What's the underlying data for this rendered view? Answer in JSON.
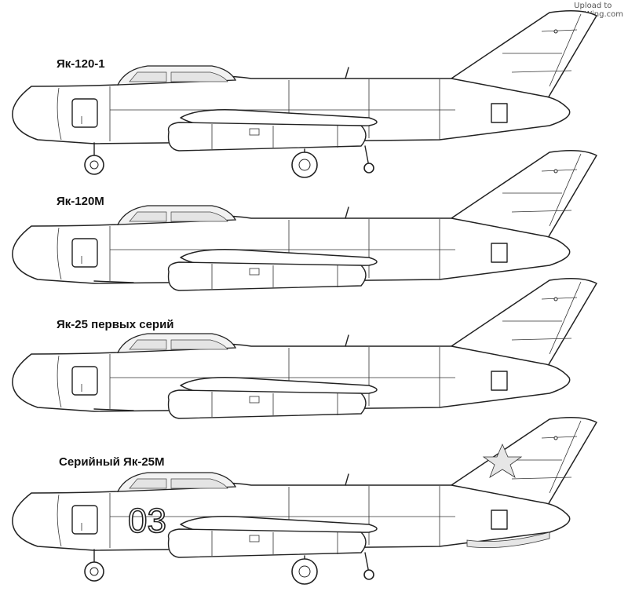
{
  "watermark": {
    "line1": "Upload to",
    "line2": "AEWing.com"
  },
  "aircraft": [
    {
      "id": "yak-120-1",
      "label": "Як-120-1",
      "gear": true,
      "number": ""
    },
    {
      "id": "yak-120m",
      "label": "Як-120М",
      "gear": false,
      "number": ""
    },
    {
      "id": "yak-25-early",
      "label": "Як-25 первых серий",
      "gear": false,
      "number": ""
    },
    {
      "id": "yak-25m",
      "label": "Серийный Як-25М",
      "gear": true,
      "number": "03"
    }
  ]
}
